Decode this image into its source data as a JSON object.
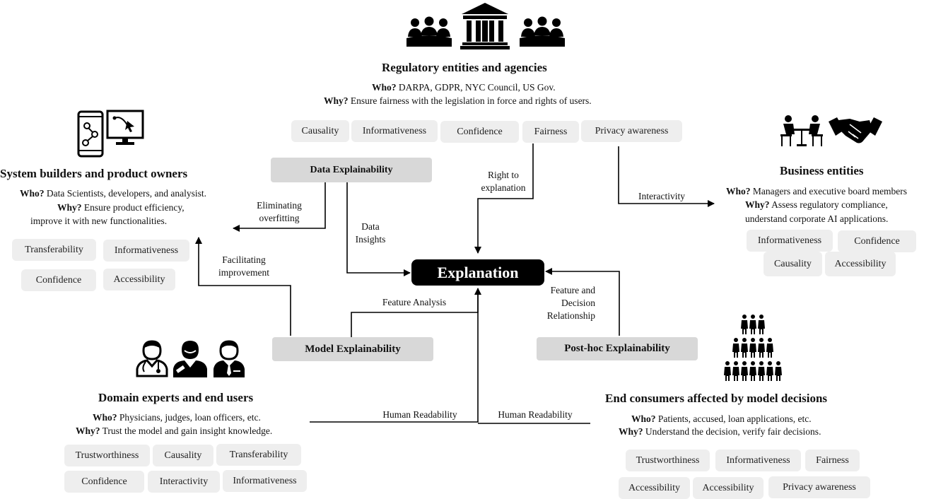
{
  "center": {
    "label": "Explanation"
  },
  "explainability_boxes": {
    "data": "Data Explainability",
    "model": "Model Explainability",
    "posthoc": "Post-hoc Explainability"
  },
  "link_labels": {
    "eliminating_overfitting": [
      "Eliminating",
      "overfitting"
    ],
    "data_insights": [
      "Data",
      "Insights"
    ],
    "right_to_explanation": [
      "Right to",
      "explanation"
    ],
    "interactivity": "Interactivity",
    "facilitating_improvement": [
      "Facilitating",
      "improvement"
    ],
    "feature_analysis": "Feature Analysis",
    "feature_decision": [
      "Feature and",
      "Decision",
      "Relationship"
    ],
    "human_readability_left": "Human Readability",
    "human_readability_right": "Human Readability"
  },
  "regulatory": {
    "title": "Regulatory entities and agencies",
    "who_label": "Who?",
    "who": "DARPA, GDPR, NYC Council, US Gov.",
    "why_label": "Why?",
    "why": "Ensure fairness with the legislation in force and rights of users.",
    "tags": [
      "Causality",
      "Informativeness",
      "Confidence",
      "Fairness",
      "Privacy awareness"
    ]
  },
  "system_builders": {
    "title": "System builders and product  owners",
    "who_label": "Who?",
    "who": "Data Scientists, developers, and analysist.",
    "why_label": "Why?",
    "why": "Ensure product efficiency,",
    "why2": "improve it with new functionalities.",
    "tags": [
      "Transferability",
      "Informativeness",
      "Confidence",
      "Accessibility"
    ]
  },
  "business": {
    "title": "Business entities",
    "who_label": "Who?",
    "who": "Managers and executive board members",
    "why_label": "Why?",
    "why": "Assess regulatory compliance,",
    "why2": "understand corporate AI applications.",
    "tags": [
      "Informativeness",
      "Confidence",
      "Causality",
      "Accessibility"
    ]
  },
  "domain_experts": {
    "title": "Domain experts and end users",
    "who_label": "Who?",
    "who": "Physicians, judges, loan officers, etc.",
    "why_label": "Why?",
    "why": "Trust the model and gain insight knowledge.",
    "tags": [
      "Trustworthiness",
      "Causality",
      "Transferability",
      "Confidence",
      "Interactivity",
      "Informativeness"
    ]
  },
  "end_consumers": {
    "title": "End consumers affected by model decisions",
    "who_label": "Who?",
    "who": "Patients, accused, loan applications, etc.",
    "why_label": "Why?",
    "why": "Understand the decision, verify fair decisions.",
    "tags": [
      "Trustworthiness",
      "Informativeness",
      "Fairness",
      "Accessibility",
      "Accessibility",
      "Privacy awareness"
    ]
  }
}
